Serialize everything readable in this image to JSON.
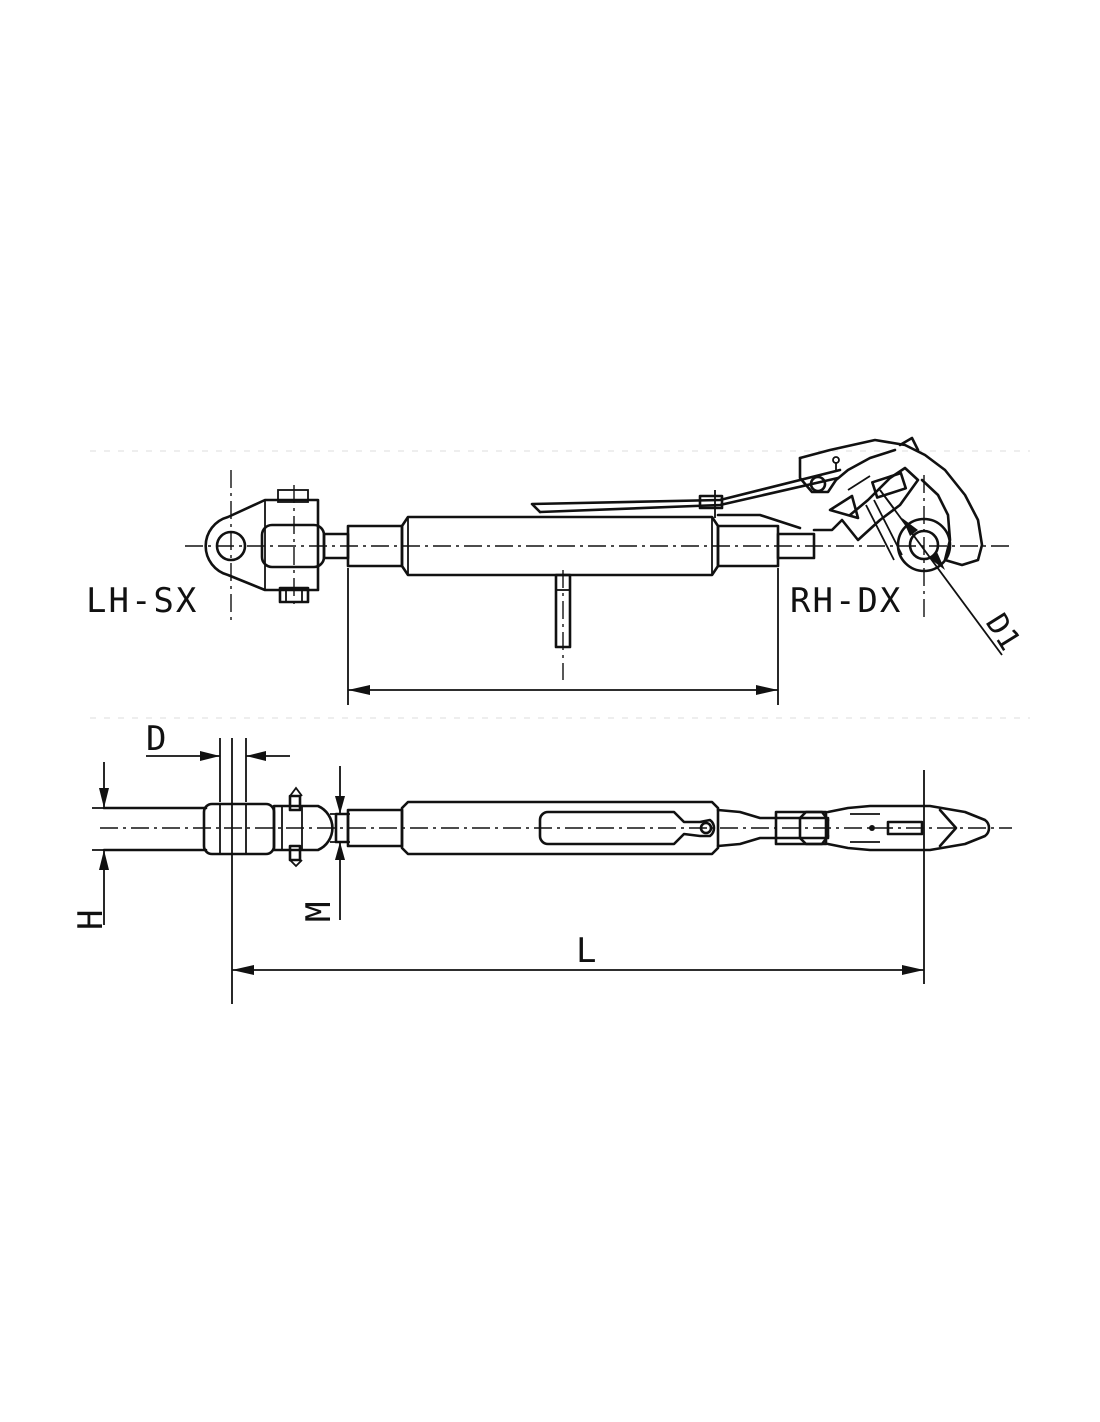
{
  "drawing": {
    "top_view": {
      "left_end_label": "LH-SX",
      "right_end_label": "RH-DX",
      "hook_bore_label": "D1"
    },
    "side_view": {
      "pin_diameter_label": "D",
      "height_label": "H",
      "thread_label": "M",
      "length_label": "L"
    }
  }
}
